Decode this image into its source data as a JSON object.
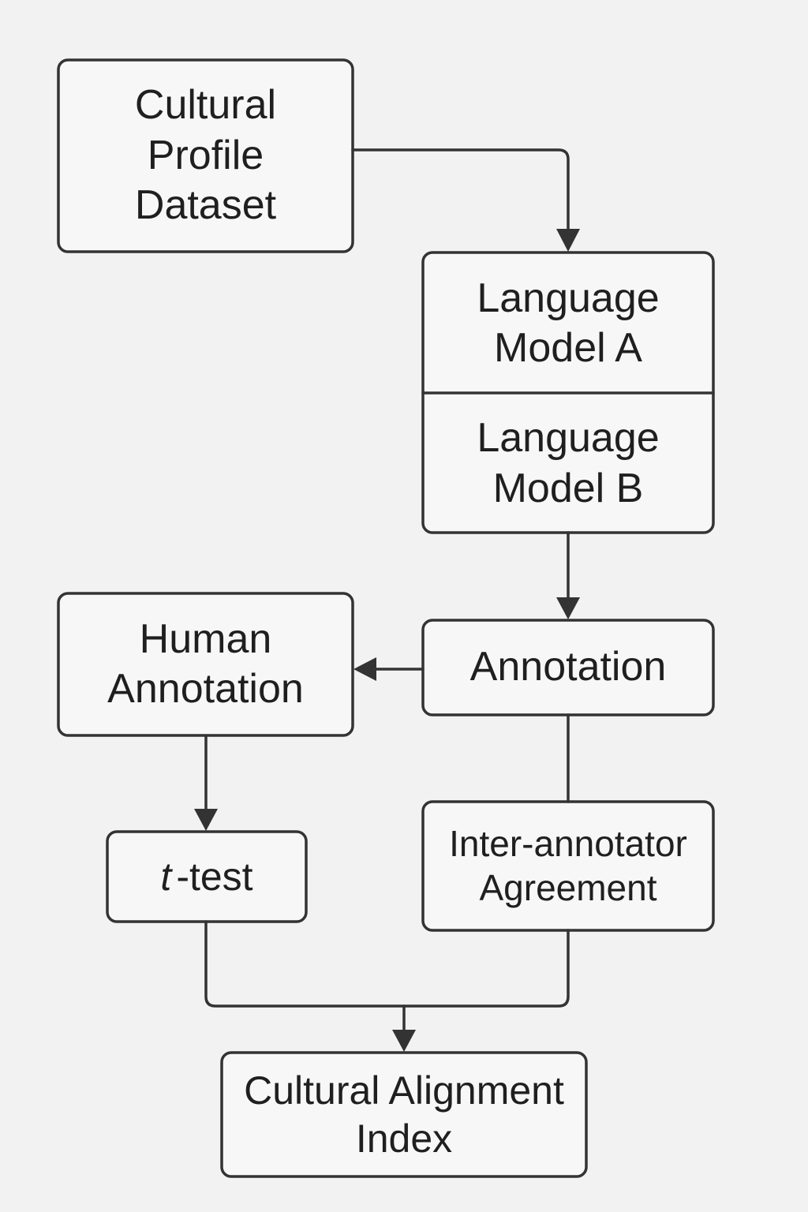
{
  "nodes": {
    "cultural_profile_dataset": "Cultural\nProfile\nDataset",
    "language_model_a": "Language\nModel A",
    "language_model_b": "Language\nModel B",
    "annotation": "Annotation",
    "human_annotation": "Human\nAnnotation",
    "ttest_italic": "t",
    "ttest_rest": "-test",
    "inter_annotator_agreement": "Inter-annotator\nAgreement",
    "cultural_alignment_index": "Cultural Alignment\nIndex"
  },
  "colors": {
    "stroke": "#333333",
    "background": "#f2f2f2",
    "box_fill": "#f7f7f7",
    "text": "#1f1f1f"
  }
}
